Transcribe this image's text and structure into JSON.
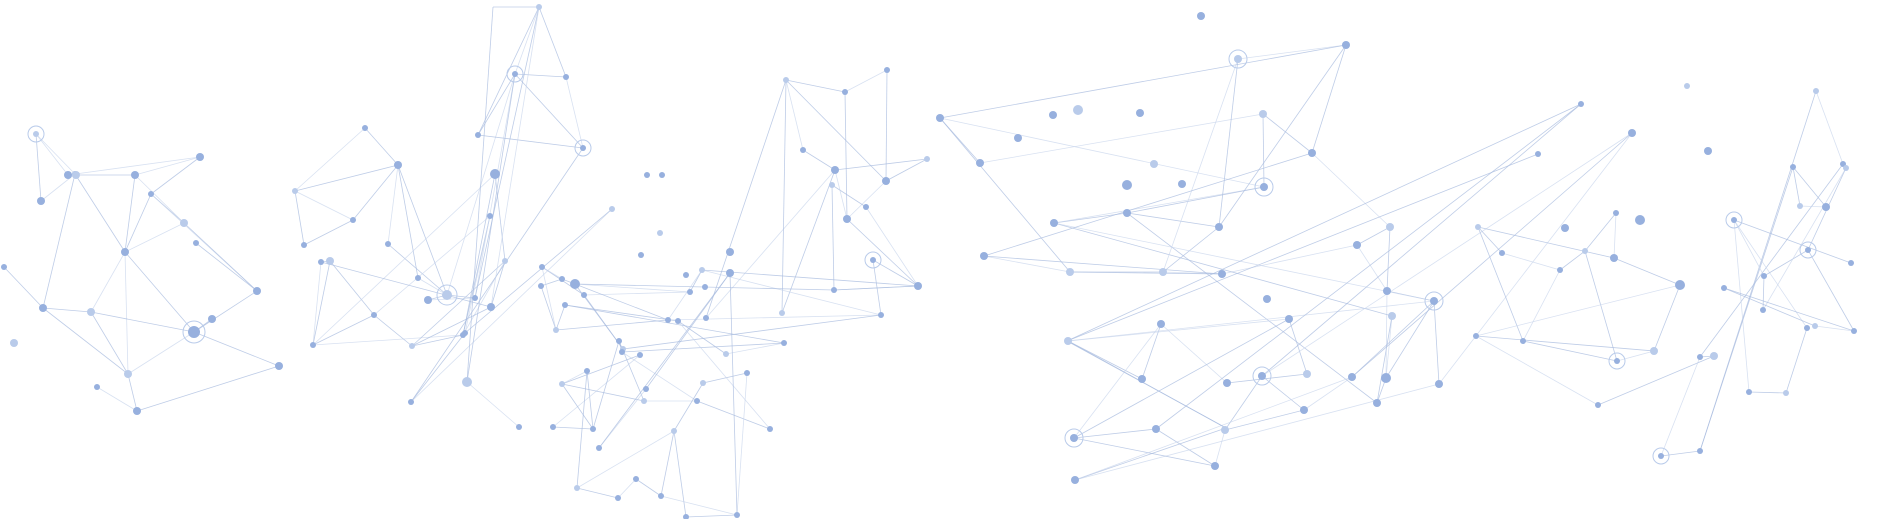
{
  "page": {
    "kind": "decorative network illustration",
    "text": "",
    "colors": {
      "background": "#ffffff",
      "node": "#97b0de",
      "node_light": "#b9cbea",
      "edge": "#a9bcdf"
    },
    "clusters": [
      "cluster-far-left",
      "cluster-left",
      "cluster-center-left",
      "cluster-center",
      "cluster-right",
      "cluster-far-right"
    ]
  }
}
